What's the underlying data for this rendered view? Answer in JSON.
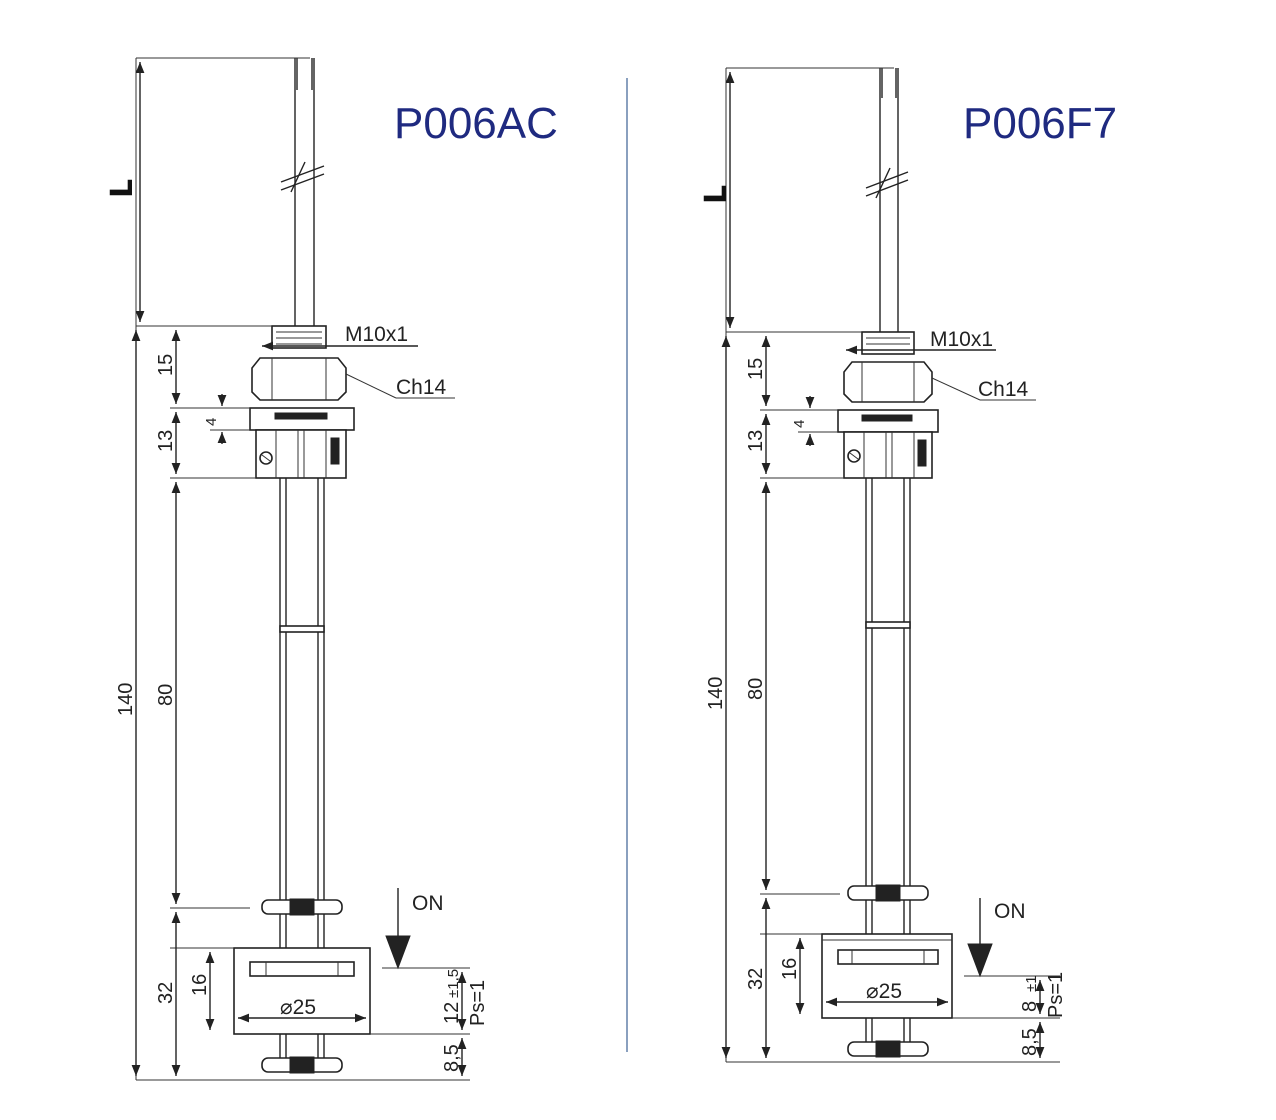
{
  "sensors": [
    {
      "model": "P006AC",
      "dim_L": "L",
      "thread": "M10x1",
      "hex": "Ch14",
      "dim_15": "15",
      "dim_13": "13",
      "dim_4": "4",
      "dim_140": "140",
      "dim_80": "80",
      "dim_32": "32",
      "dim_16": "16",
      "dim_diameter": "⌀25",
      "dim_switch": "12",
      "dim_tolerance": "±1,5",
      "dim_ps": "Ps=1",
      "dim_85": "8,5",
      "state": "ON"
    },
    {
      "model": "P006F7",
      "dim_L": "L",
      "thread": "M10x1",
      "hex": "Ch14",
      "dim_15": "15",
      "dim_13": "13",
      "dim_4": "4",
      "dim_140": "140",
      "dim_80": "80",
      "dim_32": "32",
      "dim_16": "16",
      "dim_diameter": "⌀25",
      "dim_switch": "8",
      "dim_tolerance": "±1",
      "dim_ps": "Ps=1",
      "dim_85": "8,5",
      "state": "ON"
    }
  ],
  "colors": {
    "title": "#1f2a80",
    "divider": "#8aa0bf",
    "line": "#222222"
  }
}
